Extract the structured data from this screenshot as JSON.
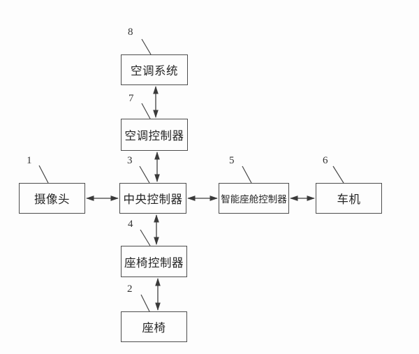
{
  "diagram": {
    "title": "smart-cabin-control-block-diagram",
    "ink_color": "#3f3f3f",
    "background_color": "#fdfdfd",
    "nodes": [
      {
        "id": "camera",
        "label": "摄像头",
        "ref": "1"
      },
      {
        "id": "seat",
        "label": "座椅",
        "ref": "2"
      },
      {
        "id": "central-controller",
        "label": "中央控制器",
        "ref": "3"
      },
      {
        "id": "seat-controller",
        "label": "座椅控制器",
        "ref": "4"
      },
      {
        "id": "cockpit-controller",
        "label": "智能座舱控制器",
        "ref": "5"
      },
      {
        "id": "head-unit",
        "label": "车机",
        "ref": "6"
      },
      {
        "id": "ac-controller",
        "label": "空调控制器",
        "ref": "7"
      },
      {
        "id": "ac-system",
        "label": "空调系统",
        "ref": "8"
      }
    ],
    "connections": [
      {
        "from": "ac-system",
        "to": "ac-controller",
        "bidirectional": true
      },
      {
        "from": "ac-controller",
        "to": "central-controller",
        "bidirectional": true
      },
      {
        "from": "camera",
        "to": "central-controller",
        "bidirectional": true
      },
      {
        "from": "central-controller",
        "to": "cockpit-controller",
        "bidirectional": true
      },
      {
        "from": "cockpit-controller",
        "to": "head-unit",
        "bidirectional": true
      },
      {
        "from": "central-controller",
        "to": "seat-controller",
        "bidirectional": true
      },
      {
        "from": "seat-controller",
        "to": "seat",
        "bidirectional": true
      }
    ]
  }
}
